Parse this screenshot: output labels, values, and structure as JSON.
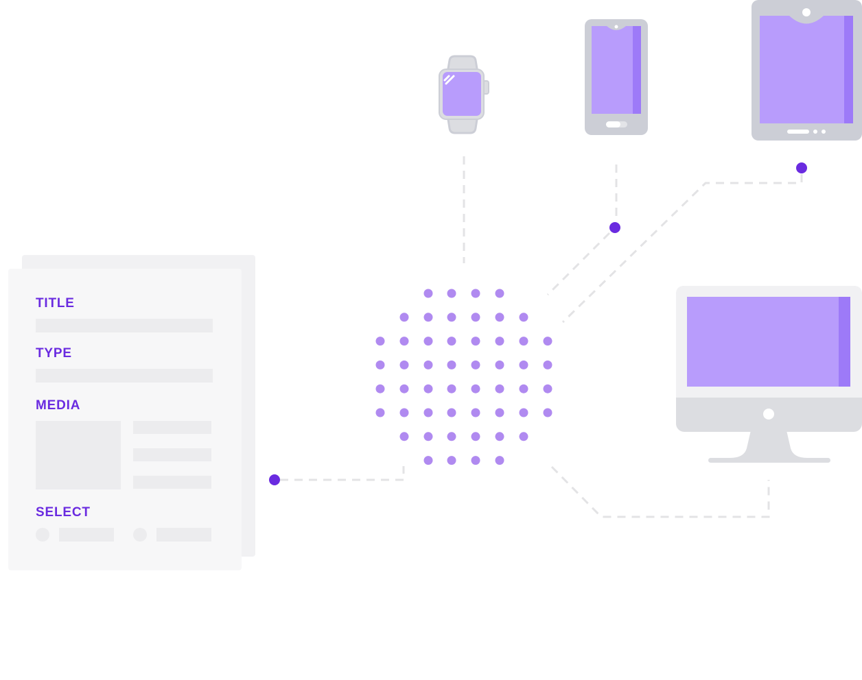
{
  "form": {
    "title_label": "TITLE",
    "type_label": "TYPE",
    "media_label": "MEDIA",
    "select_label": "SELECT"
  },
  "devices": [
    "smartwatch-icon",
    "smartphone-icon",
    "tablet-icon",
    "desktop-monitor-icon"
  ],
  "colors": {
    "accent": "#6a2be0",
    "screen": "#b89cfc",
    "screen_edge": "#9d7af8",
    "device_frame": "#ccced6",
    "monitor_stand": "#dcdde1",
    "dot": "#b08af0",
    "connector": "#e3e3e5",
    "form_bg": "#f7f7f8",
    "form_bar": "#ececee"
  }
}
